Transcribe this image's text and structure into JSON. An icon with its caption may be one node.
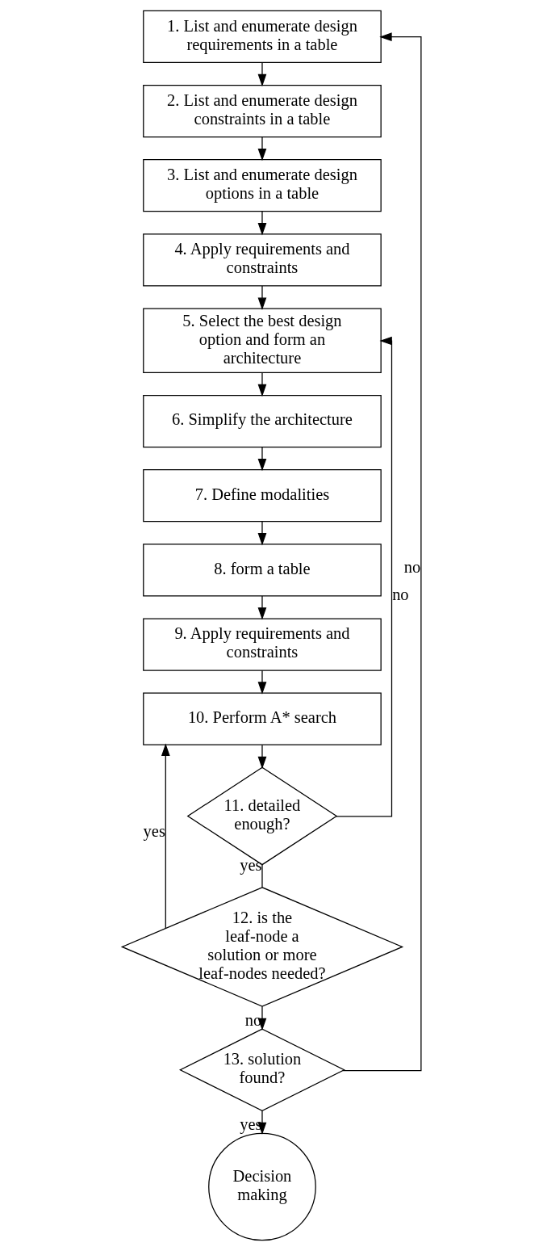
{
  "diagram": {
    "nodes": [
      {
        "text": [
          "1. List and enumerate design requirements in a table"
        ]
      },
      {
        "text": [
          "2. List and enumerate design constraints in a table"
        ]
      },
      {
        "text": [
          "3. List and enumerate design options in a table"
        ]
      },
      {
        "text": [
          "4. Apply requirements and constraints"
        ]
      },
      {
        "text": [
          "5. Select the best design option and form an architecture"
        ]
      },
      {
        "text": [
          "6. Simplify the architecture"
        ]
      },
      {
        "text": [
          "7. Define modalities"
        ]
      },
      {
        "text": [
          "8. form a table"
        ]
      },
      {
        "text": [
          "9. Apply requirements and constraints"
        ]
      },
      {
        "text": [
          "10. Perform A* search"
        ]
      },
      {
        "text": [
          "11. detailed enough?"
        ]
      },
      {
        "text": [
          "12. is the leaf-node a solution or more leaf-nodes needed?"
        ]
      },
      {
        "text": [
          "13. solution found?"
        ]
      },
      {
        "text": [
          "Decision making"
        ]
      }
    ],
    "edges": [
      {
        "from": 0,
        "to": 1,
        "arrow": "to"
      },
      {
        "from": 1,
        "to": 2,
        "arrow": "to"
      },
      {
        "from": 2,
        "to": 3,
        "arrow": "to"
      },
      {
        "from": 3,
        "to": 4,
        "arrow": "to"
      },
      {
        "from": 4,
        "to": 5,
        "arrow": "to"
      },
      {
        "from": 5,
        "to": 6,
        "arrow": "to"
      },
      {
        "from": 6,
        "to": 7,
        "arrow": "to"
      },
      {
        "from": 7,
        "to": 8,
        "arrow": "to"
      },
      {
        "from": 8,
        "to": 9,
        "arrow": "to"
      },
      {
        "from": 9,
        "to": 10,
        "arrow": "to"
      },
      {
        "from": 10,
        "to": 4,
        "arrow": "to",
        "label": "no"
      },
      {
        "from": 10,
        "to": 11,
        "arrow": "none",
        "label": "yes"
      },
      {
        "from": 11,
        "to": 9,
        "arrow": "to",
        "label": "yes"
      },
      {
        "from": 11,
        "to": 12,
        "arrow": "to",
        "label": "no"
      },
      {
        "from": 12,
        "to": 0,
        "arrow": "to",
        "label": "no"
      },
      {
        "from": 12,
        "to": 13,
        "arrow": "to",
        "label": "yes"
      }
    ]
  }
}
